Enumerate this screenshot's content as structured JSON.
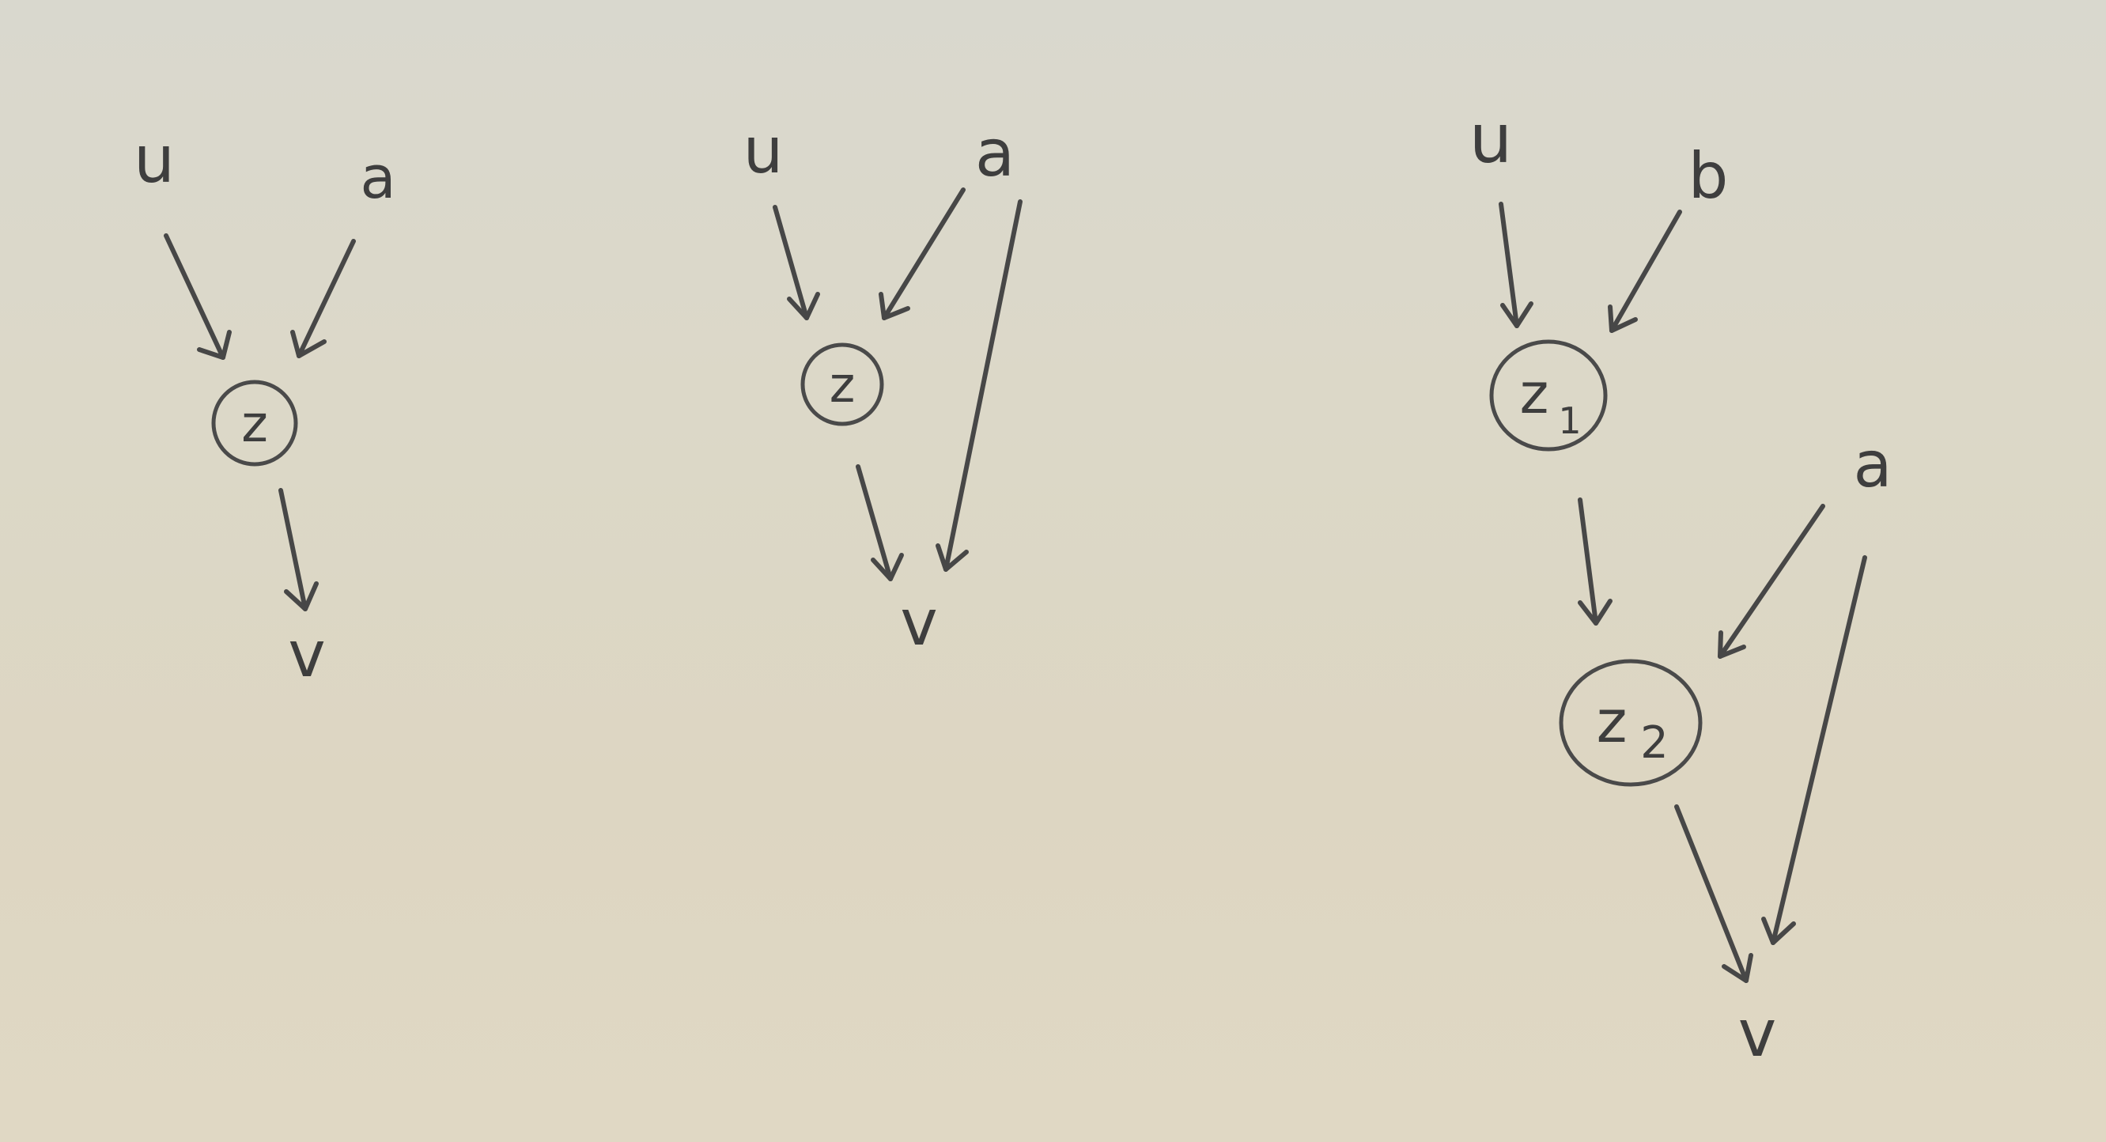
{
  "diagrams": [
    {
      "nodes": {
        "u": "u",
        "a": "a",
        "z": "z",
        "v": "v"
      }
    },
    {
      "nodes": {
        "u": "u",
        "a": "a",
        "z": "z",
        "v": "v"
      }
    },
    {
      "nodes": {
        "u": "u",
        "b": "b",
        "z1": "z",
        "z1_sub": "1",
        "a": "a",
        "z2": "z",
        "z2_sub": "2",
        "v": "v"
      }
    }
  ],
  "colors": {
    "ink": "#474747",
    "paper": "#dcd8c8"
  }
}
